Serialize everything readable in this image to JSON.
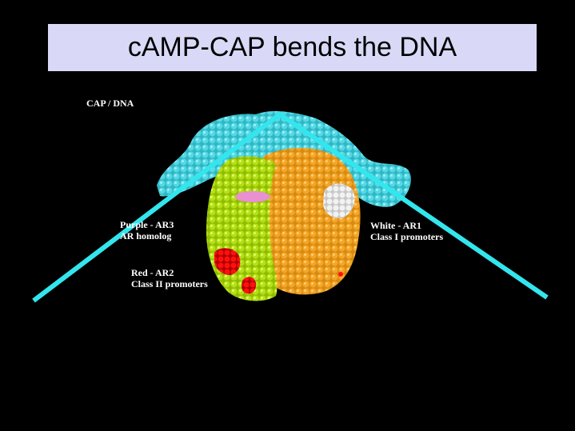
{
  "title": "cAMP-CAP bends the DNA",
  "figure": {
    "caption": "CAP / DNA",
    "labels": {
      "purple_line1": "Purple - AR3",
      "purple_line2": "AR homolog",
      "white_line1": "White - AR1",
      "white_line2": "Class I promoters",
      "red_line1": "Red - AR2",
      "red_line2": "Class II promoters"
    }
  },
  "colors": {
    "background": "#000000",
    "title_box": "#d9d9f7",
    "dna": "#3fc6d2",
    "bend_lines": "#33e6ee",
    "cap_subunit_a": "#a8d600",
    "cap_subunit_b": "#f0a020",
    "ar1": "#e8e8e8",
    "ar2": "#e00000",
    "ar3": "#e890d0"
  }
}
